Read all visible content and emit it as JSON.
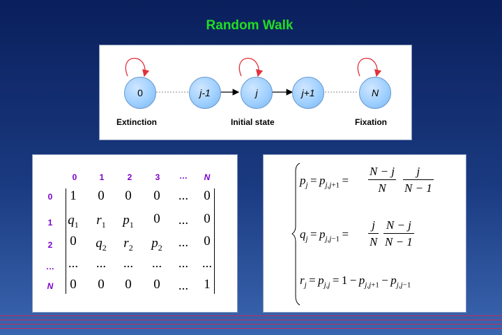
{
  "title": "Random Walk",
  "diagram": {
    "nodes": [
      "0",
      "j-1",
      "j",
      "j+1",
      "N"
    ],
    "labels": {
      "extinction": "Extinction",
      "initial": "Initial state",
      "fixation": "Fixation"
    },
    "colors": {
      "node_fill": "#9fd0ff",
      "loop_arrow": "#e0323c"
    }
  },
  "matrix": {
    "col_headers": [
      "0",
      "1",
      "2",
      "3",
      "…",
      "N"
    ],
    "row_headers": [
      "0",
      "1",
      "2",
      "…",
      "N"
    ],
    "rows": [
      [
        "1",
        "0",
        "0",
        "0",
        "...",
        "0"
      ],
      [
        "q1",
        "r1",
        "p1",
        "0",
        "...",
        "0"
      ],
      [
        "0",
        "q2",
        "r2",
        "p2",
        "...",
        "0"
      ],
      [
        "...",
        "...",
        "...",
        "...",
        "...",
        "..."
      ],
      [
        "0",
        "0",
        "0",
        "0",
        "...",
        "1"
      ]
    ],
    "header_color": "#7a00cc"
  },
  "equations": {
    "eq1": {
      "lhs": "p_j = p_{j,j+1} =",
      "frac1_num": "N − j",
      "frac1_den": "N",
      "frac2_num": "j",
      "frac2_den": "N − 1"
    },
    "eq2": {
      "lhs": "q_j = p_{j,j−1} =",
      "frac1_num": "j",
      "frac1_den": "N",
      "frac2_num": "N − j",
      "frac2_den": "N − 1"
    },
    "eq3": {
      "text": "r_j = p_{j,j} = 1 − p_{j,j+1} − p_{j,j−1}"
    }
  },
  "title_color": "#22dd22"
}
